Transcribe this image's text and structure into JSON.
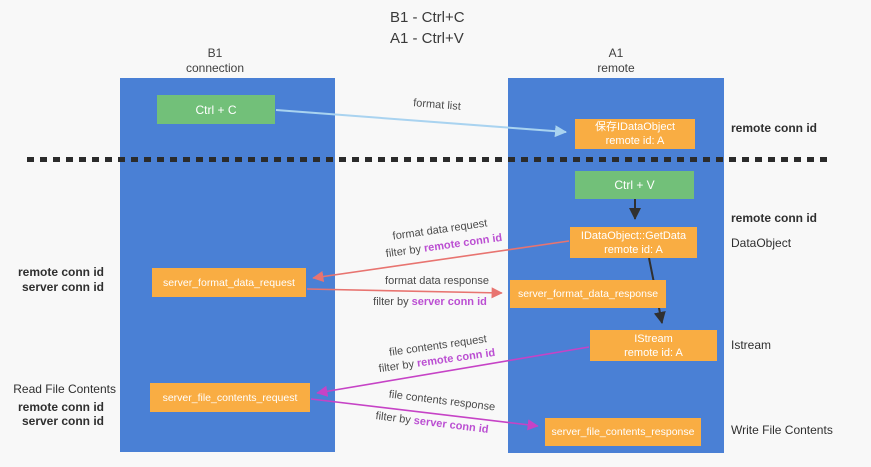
{
  "title": {
    "line1": "B1 - Ctrl+C",
    "line2": "A1 - Ctrl+V"
  },
  "lanes": {
    "b1": {
      "name": "B1",
      "subtitle": "connection"
    },
    "a1": {
      "name": "A1",
      "subtitle": "remote"
    }
  },
  "nodes": {
    "ctrl_c": {
      "label": "Ctrl + C"
    },
    "save_dataobject": {
      "line1": "保存IDataObject",
      "line2": "remote id: A"
    },
    "ctrl_v": {
      "label": "Ctrl + V"
    },
    "getdata": {
      "line1": "IDataObject::GetData",
      "line2": "remote id: A"
    },
    "format_request": {
      "label": "server_format_data_request"
    },
    "format_response": {
      "label": "server_format_data_response"
    },
    "istream": {
      "line1": "IStream",
      "line2": "remote id: A"
    },
    "file_request": {
      "label": "server_file_contents_request"
    },
    "file_response": {
      "label": "server_file_contents_response"
    }
  },
  "edge_labels": {
    "format_list": "format list",
    "format_data_request": "format data request",
    "format_data_response": "format data response",
    "file_contents_request": "file contents request",
    "file_contents_response": "file contents response",
    "filter_by": "filter by ",
    "remote_conn_id": "remote conn id",
    "server_conn_id": "server conn id"
  },
  "side_labels": {
    "remote_conn_id_top_right": "remote conn id",
    "remote_conn_id_mid_right": "remote conn id",
    "dataobject": "DataObject",
    "istream": "Istream",
    "write_file_contents": "Write File Contents",
    "remote_conn_id_left": "remote conn id",
    "server_conn_id_left": "server conn id",
    "read_file_contents": "Read File Contents",
    "remote_conn_id_left2": "remote conn id",
    "server_conn_id_left2": "server conn id"
  },
  "colors": {
    "lane_blue": "#4a80d5",
    "node_orange": "#f9ad43",
    "node_green": "#72c079",
    "arrow_blue": "#a9d3f0",
    "arrow_red": "#e87470",
    "arrow_magenta": "#c643c6",
    "arrow_black": "#303030",
    "conn_id_purple": "#b351c6",
    "conn_id_magenta": "#bb4fd2",
    "conn_id_green": "#55b85c"
  }
}
